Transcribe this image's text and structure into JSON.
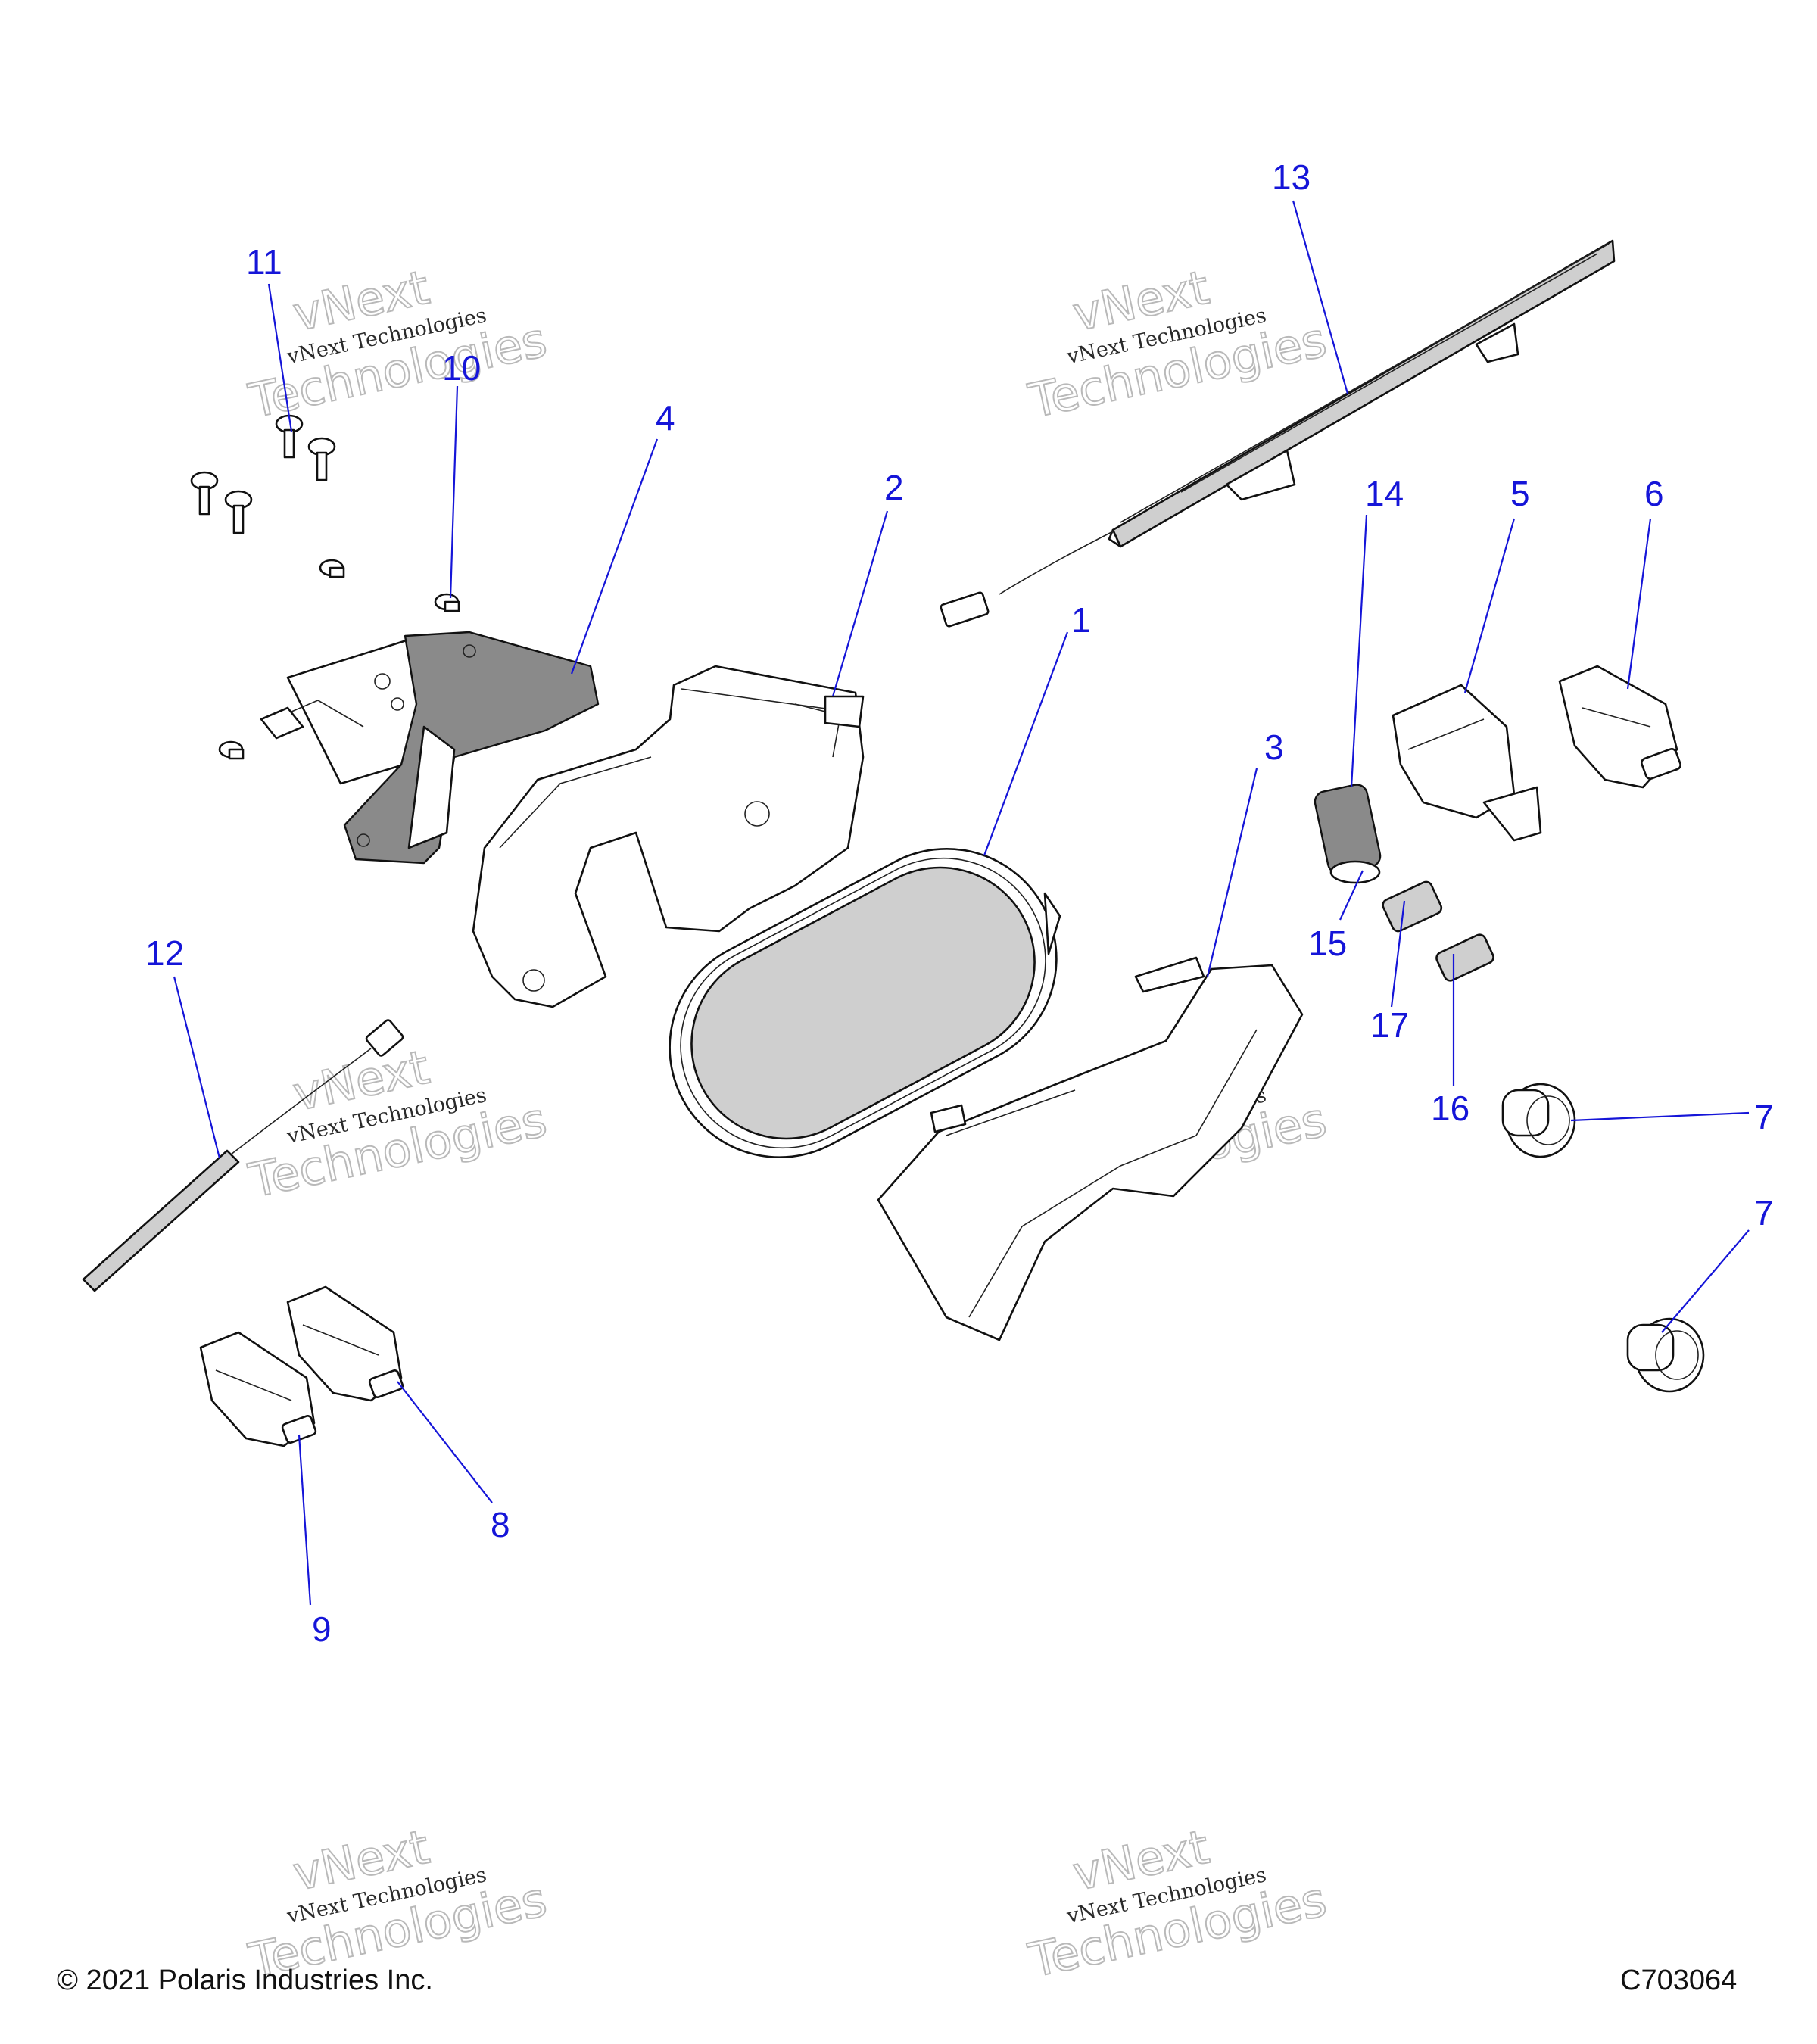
{
  "diagram": {
    "callouts": [
      "1",
      "2",
      "3",
      "4",
      "5",
      "6",
      "7",
      "7",
      "8",
      "9",
      "11",
      "10",
      "12",
      "13",
      "14",
      "15",
      "16",
      "17"
    ]
  },
  "watermark": {
    "line1": "vNext",
    "line2": "vNext Technologies",
    "line3": "Technologies"
  },
  "footer": {
    "copyright": "© 2021 Polaris Industries Inc.",
    "code": "C703064"
  }
}
